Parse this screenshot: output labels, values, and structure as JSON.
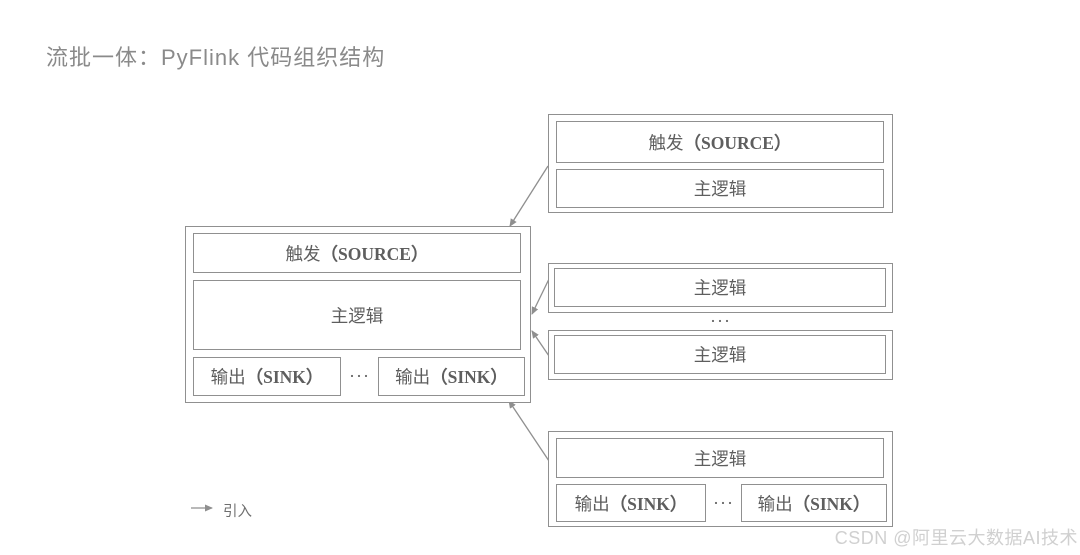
{
  "title": "流批一体：PyFlink 代码组织结构",
  "colors": {
    "background": "#ffffff",
    "border": "#909090",
    "box_text": "#5e5e5e",
    "title": "#8a8a8a",
    "legend_text": "#6e6e6e",
    "arrow": "#8f8f8f",
    "watermark": "#d0d0d0"
  },
  "main_group": {
    "source": {
      "zh": "触发",
      "en": "（SOURCE）"
    },
    "logic": "主逻辑",
    "sink_left": {
      "zh": "输出",
      "en": "（SINK）"
    },
    "ellipsis": "···",
    "sink_right": {
      "zh": "输出",
      "en": "（SINK）"
    }
  },
  "top_right_group": {
    "source": {
      "zh": "触发",
      "en": "（SOURCE）"
    },
    "logic": "主逻辑"
  },
  "middle_right": {
    "box1": "主逻辑",
    "ellipsis": "···",
    "box2": "主逻辑"
  },
  "bottom_right_group": {
    "logic": "主逻辑",
    "sink_left": {
      "zh": "输出",
      "en": "（SINK）"
    },
    "ellipsis": "···",
    "sink_right": {
      "zh": "输出",
      "en": "（SINK）"
    }
  },
  "legend": {
    "label": "引入"
  },
  "watermark": "CSDN @阿里云大数据AI技术"
}
